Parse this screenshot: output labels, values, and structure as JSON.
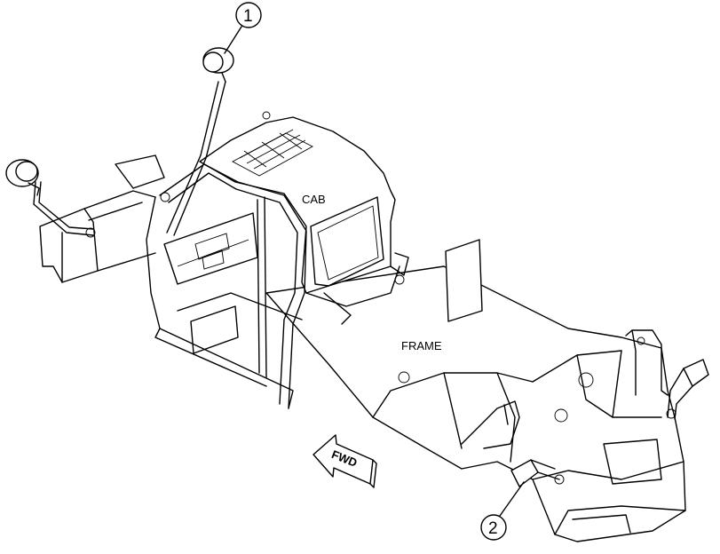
{
  "labels": {
    "cab": "CAB",
    "frame": "FRAME",
    "forward_arrow": "FWD"
  },
  "callouts": [
    {
      "number": "1"
    },
    {
      "number": "2"
    }
  ]
}
